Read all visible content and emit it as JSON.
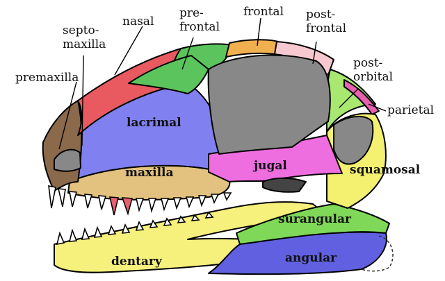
{
  "labels": {
    "premaxilla": "premaxilla",
    "septomaxilla_1": "septo-",
    "septomaxilla_2": "maxilla",
    "nasal": "nasal",
    "prefrontal_1": "pre-",
    "prefrontal_2": "frontal",
    "frontal": "frontal",
    "postfrontal_1": "post-",
    "postfrontal_2": "frontal",
    "postorbital_1": "post-",
    "postorbital_2": "orbital",
    "parietal": "parietal",
    "lacrimal": "lacrimal",
    "maxilla": "maxilla",
    "jugal": "jugal",
    "squamosal": "squamosal",
    "surangular": "surangular",
    "dentary": "dentary",
    "angular": "angular"
  },
  "colors": {
    "premaxilla": "#8a6a4a",
    "nasal": "#e85a60",
    "prefrontal": "#5cc45c",
    "frontal": "#f0b050",
    "postfrontal": "#f6c9d0",
    "postorbital": "#a8e870",
    "parietal": "#e860b0",
    "lacrimal": "#8080f0",
    "maxilla": "#e2c27e",
    "jugal": "#ee6ee0",
    "squamosal": "#f4f070",
    "surangular": "#80d858",
    "dentary": "#f6f07c",
    "angular": "#6060e0",
    "fenestra": "#888888"
  }
}
